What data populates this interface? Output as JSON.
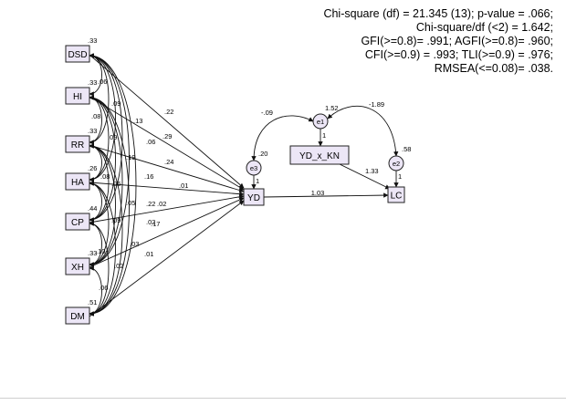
{
  "fit_stats": [
    "Chi-square (df) = 21.345 (13); p-value = .066;",
    "Chi-square/df (<2) = 1.642;",
    "GFI(>=0.8)= .991; AGFI(>=0.8)= .960;",
    "CFI(>=0.9) = .993; TLI(>=0.9) = .976;",
    "RMSEA(<=0.08)= .038."
  ],
  "exogenous": [
    {
      "id": "DSD",
      "label": "DSD",
      "variance": ".33"
    },
    {
      "id": "HI",
      "label": "HI",
      "variance": ".33"
    },
    {
      "id": "RR",
      "label": "RR",
      "variance": ".33"
    },
    {
      "id": "HA",
      "label": "HA",
      "variance": ".26"
    },
    {
      "id": "CP",
      "label": "CP",
      "variance": ".44"
    },
    {
      "id": "XH",
      "label": "XH",
      "variance": ".33"
    },
    {
      "id": "DM",
      "label": "DM",
      "variance": ".51"
    }
  ],
  "nodes": {
    "yd": {
      "label": "YD"
    },
    "lc": {
      "label": "LC"
    },
    "yd_kn": {
      "label": "YD_x_KN"
    },
    "e1": {
      "label": "e1",
      "variance": "1.52"
    },
    "e2": {
      "label": "e2",
      "variance": ".58"
    },
    "e3": {
      "label": "e3",
      "variance": ".20"
    }
  },
  "paths_to_yd": [
    ".22",
    ".29",
    ".24",
    ".01",
    ".02",
    ".17",
    ".01"
  ],
  "covariances": [
    ".06",
    ".09",
    ".08",
    ".13",
    ".09",
    ".06",
    ".19",
    ".08",
    ".16",
    ".06",
    ".22",
    ".05",
    ".09",
    ".02",
    ".10",
    ".03",
    ".02",
    ".06"
  ],
  "structural": {
    "yd_lc": "1.03",
    "ydkn_lc": "1.33",
    "e1_e3": "-.09",
    "e1_e2": "-1.89",
    "e1_ydkn": "1",
    "e2_lc": "1",
    "e3_yd": "1"
  }
}
